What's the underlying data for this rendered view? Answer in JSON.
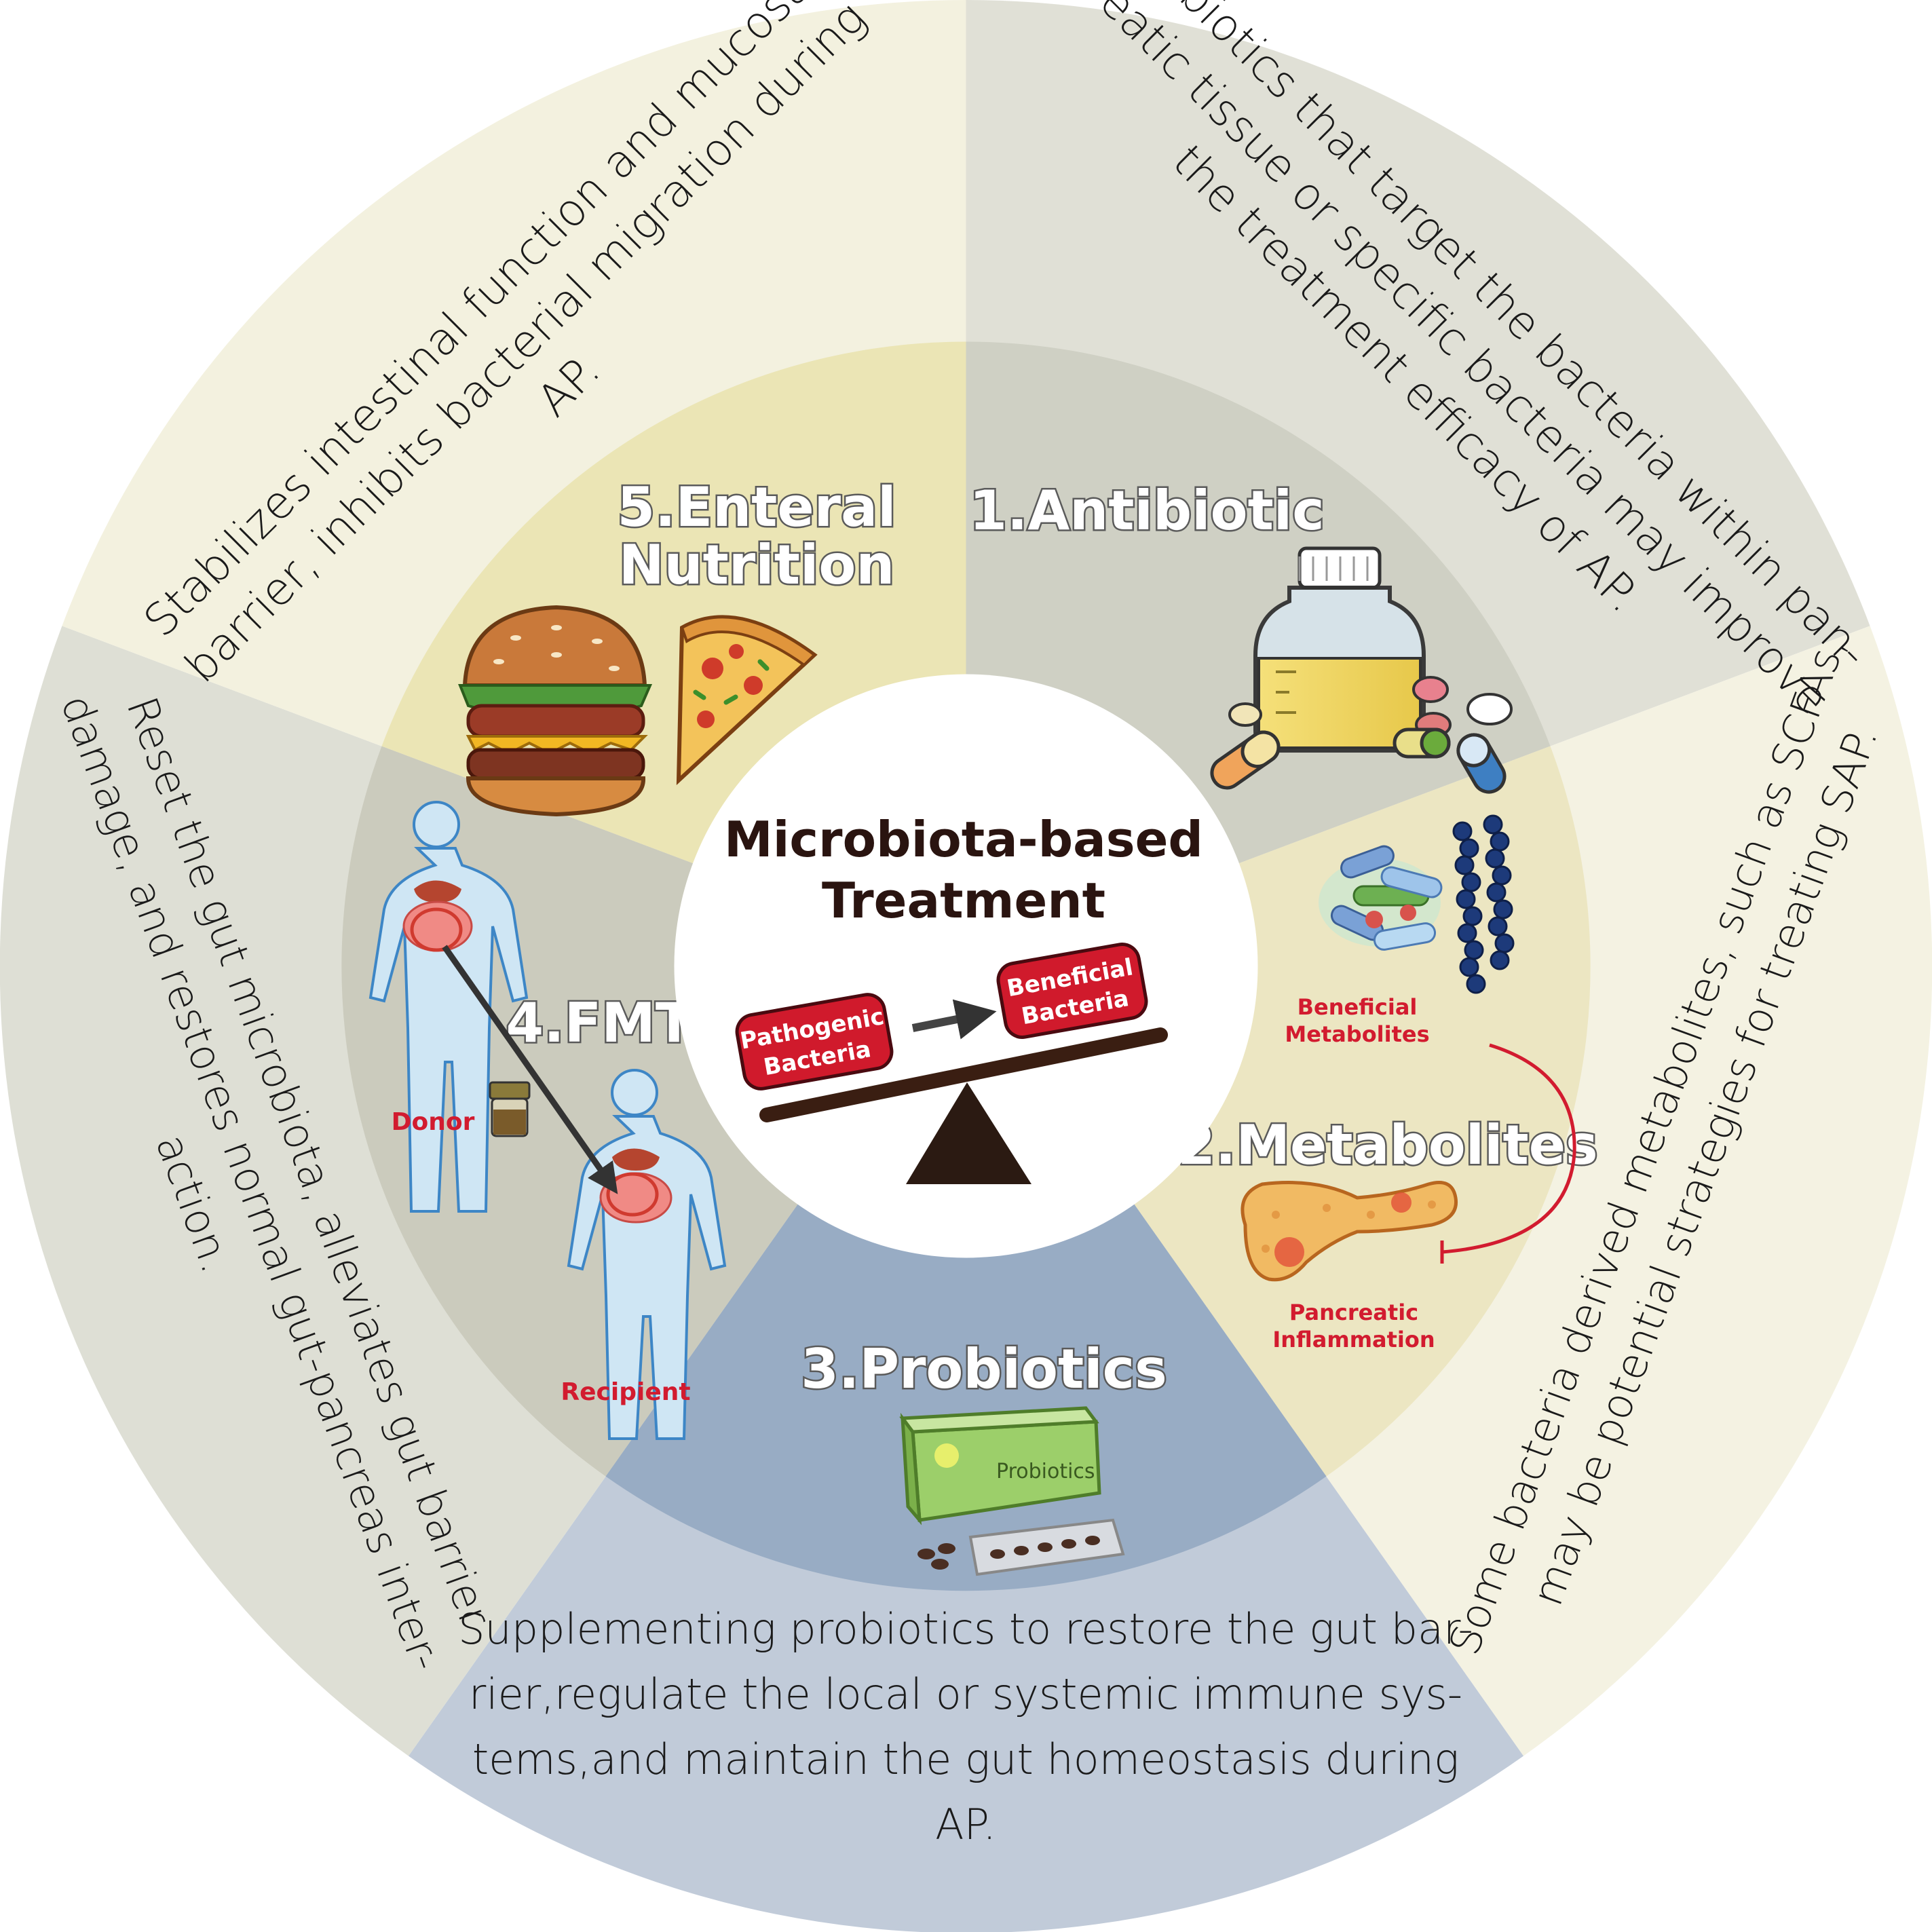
{
  "center": {
    "title_line1": "Microbiota-based",
    "title_line2": "Treatment",
    "left_tag_line1": "Pathogenic",
    "left_tag_line2": "Bacteria",
    "right_tag_line1": "Beneficial",
    "right_tag_line2": "Bacteria"
  },
  "sections": {
    "antibiotic": {
      "title": "1.Antibiotic",
      "desc": [
        "Antibiotics that target the bacteria within pan-",
        "creatic tissue or specific bacteria may improve",
        "the treatment efficacy of AP."
      ]
    },
    "metabolites": {
      "title": "2.Metabolites",
      "label_top_1": "Beneficial",
      "label_top_2": "Metabolites",
      "label_bottom_1": "Pancreatic",
      "label_bottom_2": "Inflammation",
      "desc": [
        "Some bacteria derived metabolites, such as SCFAs,",
        "may be potential strategies for treating SAP."
      ]
    },
    "probiotics": {
      "title": "3.Probiotics",
      "box_label": "Probiotics",
      "desc": [
        "Supplementing probiotics to restore the gut bar-",
        "rier,regulate the local or systemic immune sys-",
        "tems,and maintain the gut homeostasis during",
        "AP."
      ]
    },
    "fmt": {
      "title": "4.FMT",
      "donor_label": "Donor",
      "recipient_label": "Recipient",
      "desc": [
        "Reset the gut microbiota, alleviates gut barrier",
        "damage, and restores normal gut-pancreas inter-",
        "action."
      ]
    },
    "enteral": {
      "title_line1": "5.Enteral",
      "title_line2": "Nutrition",
      "desc": [
        "Stabilizes intestinal function and mucosal",
        "barrier, inhibits bacterial migration during",
        "AP."
      ]
    }
  },
  "colors": {
    "antibiotic_outer": "#e0e0d6",
    "antibiotic_inner": "#cfd0c4",
    "metabolites_outer": "#f4f2e2",
    "metabolites_inner": "#ece6c2",
    "probiotics_outer": "#c1cbd9",
    "probiotics_inner": "#98acc4",
    "fmt_outer": "#dedfd5",
    "fmt_inner": "#cbcbbd",
    "enteral_outer": "#f3f1df",
    "enteral_inner": "#ebe5b5",
    "accent_red": "#d21b2f",
    "tag_red": "#d01a2c"
  }
}
